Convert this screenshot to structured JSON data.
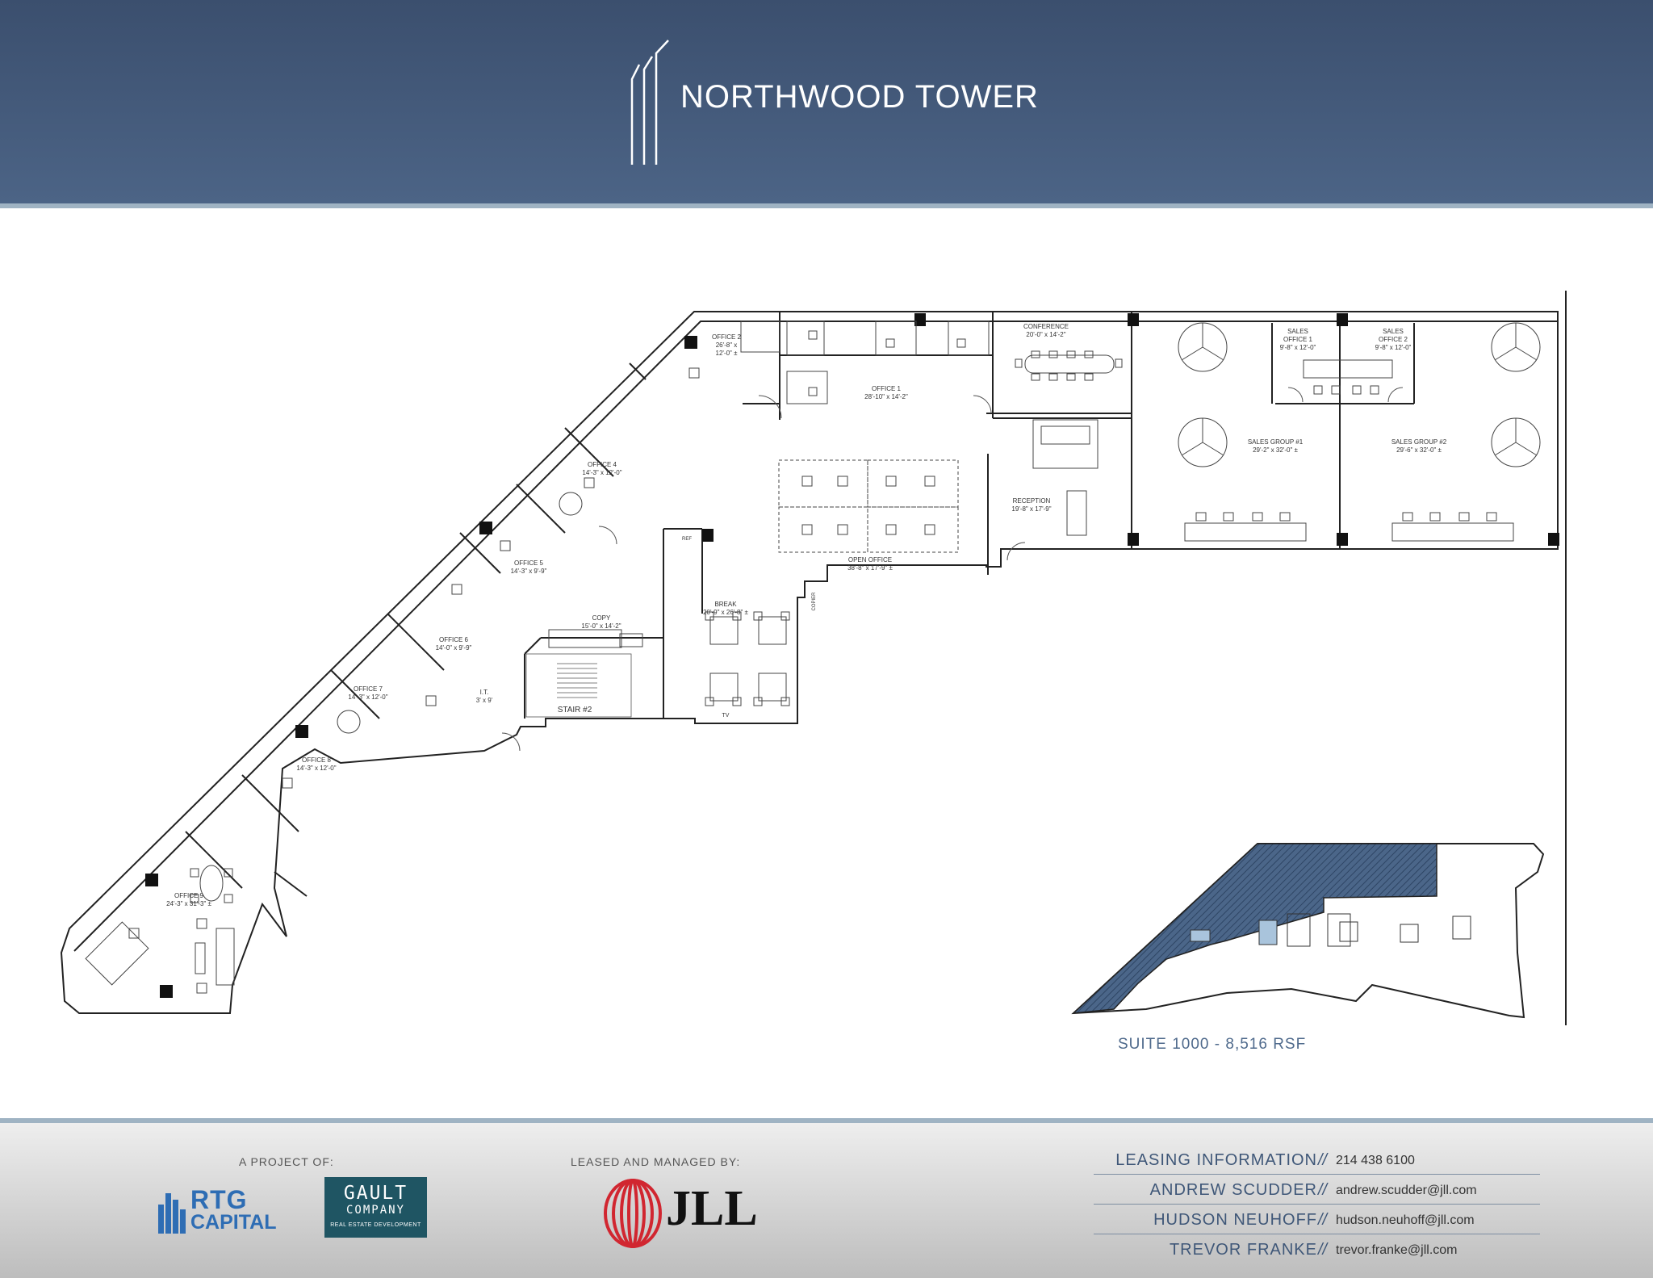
{
  "header": {
    "title": "NORTHWOOD TOWER"
  },
  "rooms": {
    "office2": {
      "name": "OFFICE 2",
      "dim1": "26'-8\" x",
      "dim2": "12'-0\" ±"
    },
    "office1": {
      "name": "OFFICE 1",
      "dim": "28'-10\" x 14'-2\""
    },
    "conference": {
      "name": "CONFERENCE",
      "dim": "20'-0\" x 14'-2\""
    },
    "sales_office1": {
      "name1": "SALES",
      "name2": "OFFICE 1",
      "dim": "9'-8\" x 12'-0\""
    },
    "sales_office2": {
      "name1": "SALES",
      "name2": "OFFICE 2",
      "dim": "9'-8\" x 12'-0\""
    },
    "sales_group1": {
      "name": "SALES GROUP #1",
      "dim": "29'-2\" x 32'-0\" ±"
    },
    "sales_group2": {
      "name": "SALES GROUP #2",
      "dim": "29'-6\" x 32'-0\" ±"
    },
    "office4": {
      "name": "OFFICE 4",
      "dim": "14'-3\" x 12'-0\""
    },
    "reception": {
      "name": "RECEPTION",
      "dim": "19'-8\" x 17'-9\""
    },
    "open_office": {
      "name": "OPEN OFFICE",
      "dim": "38'-8\" x 17'-9\" ±"
    },
    "office5": {
      "name": "OFFICE 5",
      "dim": "14'-3\" x 9'-9\""
    },
    "copy": {
      "name": "COPY",
      "dim": "15'-0\" x 14'-2\""
    },
    "break": {
      "name": "BREAK",
      "dim": "20'-9\" x 26'-8\" ±"
    },
    "office6": {
      "name": "OFFICE 6",
      "dim": "14'-0\" x 9'-9\""
    },
    "it": {
      "name": "I.T.",
      "dim": "3' x 9'"
    },
    "stair": {
      "name": "STAIR #2"
    },
    "office7": {
      "name": "OFFICE 7",
      "dim": "14'-3\" x 12'-0\""
    },
    "office8": {
      "name": "OFFICE 8",
      "dim": "14'-3\" x 12'-0\""
    },
    "office9": {
      "name": "OFFICE 9",
      "dim": "24'-3\" x 31'-3\" ±"
    },
    "ref": "REF",
    "tv": "TV",
    "copier": "COPIER"
  },
  "suite": {
    "label": "SUITE 1000 - 8,516 RSF"
  },
  "footer": {
    "project_of": "A PROJECT OF:",
    "leased_by": "LEASED AND MANAGED BY:",
    "rtg_line1": "RTG",
    "rtg_line2": "CAPITAL",
    "gault_line1": "GAULT",
    "gault_line2": "COMPANY",
    "gault_line3": "REAL ESTATE DEVELOPMENT",
    "jll": "JLL"
  },
  "contacts": [
    {
      "name": "LEASING INFORMATION",
      "value": "214 438 6100"
    },
    {
      "name": "ANDREW SCUDDER",
      "value": "andrew.scudder@jll.com"
    },
    {
      "name": "HUDSON NEUHOFF",
      "value": "hudson.neuhoff@jll.com"
    },
    {
      "name": "TREVOR FRANKE",
      "value": "trevor.franke@jll.com"
    }
  ],
  "colors": {
    "header": "#435a7b",
    "accent": "#4f6a8c",
    "jll_red": "#d12630",
    "rtg_blue": "#2e6db4",
    "gault_teal": "#1f5563"
  }
}
